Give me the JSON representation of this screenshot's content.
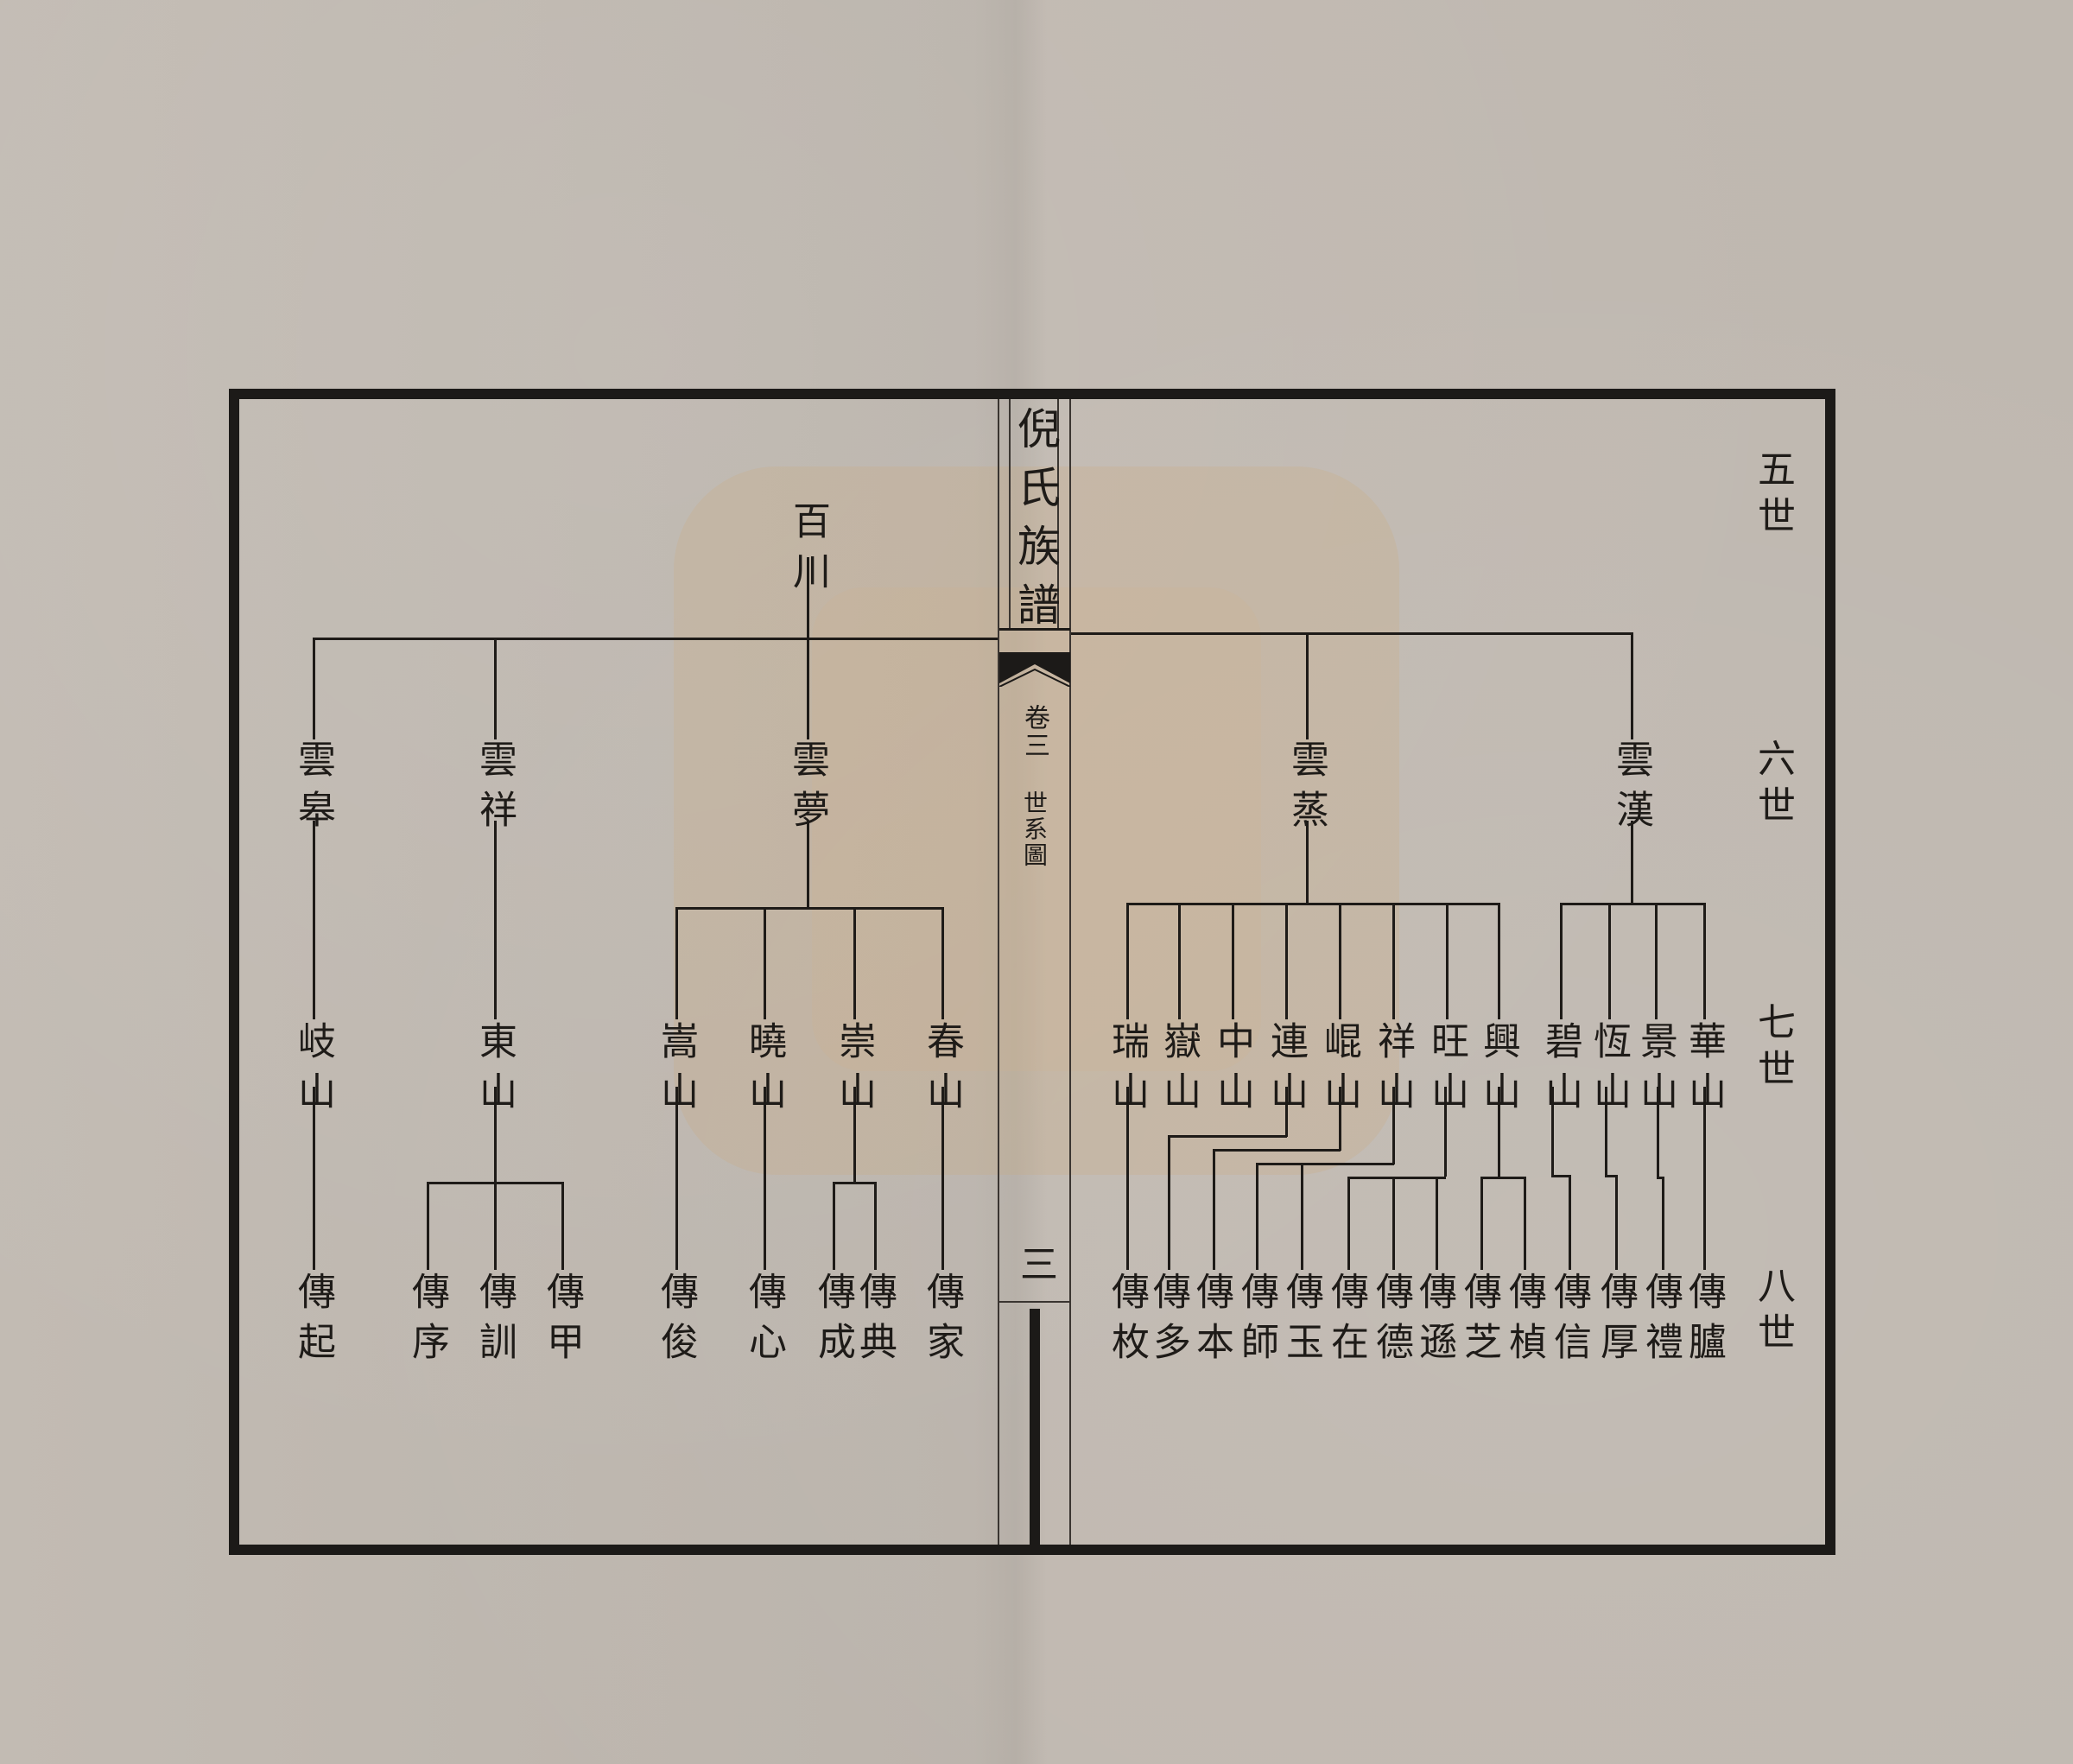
{
  "book": {
    "title": "倪氏族譜",
    "volume": "卷三",
    "section": "世系圖",
    "page_number": "三"
  },
  "generations": [
    {
      "label": "五世"
    },
    {
      "label": "六世"
    },
    {
      "label": "七世"
    },
    {
      "label": "八世"
    }
  ],
  "tree": {
    "gen5": {
      "name": "百川"
    },
    "gen6": [
      {
        "name": "雲漢"
      },
      {
        "name": "雲蒸"
      },
      {
        "name": "雲夢"
      },
      {
        "name": "雲祥"
      },
      {
        "name": "雲皋"
      }
    ],
    "gen7": [
      {
        "name": "華山",
        "parent": "雲漢"
      },
      {
        "name": "景山",
        "parent": "雲漢"
      },
      {
        "name": "恆山",
        "parent": "雲漢"
      },
      {
        "name": "碧山",
        "parent": "雲漢"
      },
      {
        "name": "興山",
        "parent": "雲蒸"
      },
      {
        "name": "旺山",
        "parent": "雲蒸"
      },
      {
        "name": "祥山",
        "parent": "雲蒸"
      },
      {
        "name": "崐山",
        "parent": "雲蒸"
      },
      {
        "name": "連山",
        "parent": "雲蒸"
      },
      {
        "name": "中山",
        "parent": "雲蒸"
      },
      {
        "name": "嶽山",
        "parent": "雲蒸"
      },
      {
        "name": "瑞山",
        "parent": "雲蒸"
      },
      {
        "name": "春山",
        "parent": "雲夢"
      },
      {
        "name": "崇山",
        "parent": "雲夢"
      },
      {
        "name": "曉山",
        "parent": "雲夢"
      },
      {
        "name": "嵩山",
        "parent": "雲夢"
      },
      {
        "name": "東山",
        "parent": "雲祥"
      },
      {
        "name": "岐山",
        "parent": "雲皋"
      }
    ],
    "gen8": [
      {
        "name": "傳臚",
        "parent": "華山"
      },
      {
        "name": "傳禮",
        "parent": "景山"
      },
      {
        "name": "傳厚",
        "parent": "恆山"
      },
      {
        "name": "傳信",
        "parent": "碧山"
      },
      {
        "name": "傳楨",
        "parent": "興山"
      },
      {
        "name": "傳芝",
        "parent": "興山"
      },
      {
        "name": "傳遜",
        "parent": "旺山"
      },
      {
        "name": "傳德",
        "parent": "祥山"
      },
      {
        "name": "傳在",
        "parent": "祥山"
      },
      {
        "name": "傳玉",
        "parent": "崐山"
      },
      {
        "name": "傳師",
        "parent": "崐山"
      },
      {
        "name": "傳本",
        "parent": "連山"
      },
      {
        "name": "傳多",
        "parent": "連山"
      },
      {
        "name": "傳枚",
        "parent": "瑞山"
      },
      {
        "name": "傳家",
        "parent": "春山"
      },
      {
        "name": "傳典",
        "parent": "崇山"
      },
      {
        "name": "傳成",
        "parent": "崇山"
      },
      {
        "name": "傳心",
        "parent": "曉山"
      },
      {
        "name": "傳俊",
        "parent": "嵩山"
      },
      {
        "name": "傳甲",
        "parent": "東山"
      },
      {
        "name": "傳訓",
        "parent": "東山"
      },
      {
        "name": "傳序",
        "parent": "東山"
      },
      {
        "name": "傳起",
        "parent": "岐山"
      }
    ]
  },
  "colors": {
    "paper": "#bdb6ae",
    "ink": "#1e1b18",
    "seal": "#cdaa78"
  }
}
